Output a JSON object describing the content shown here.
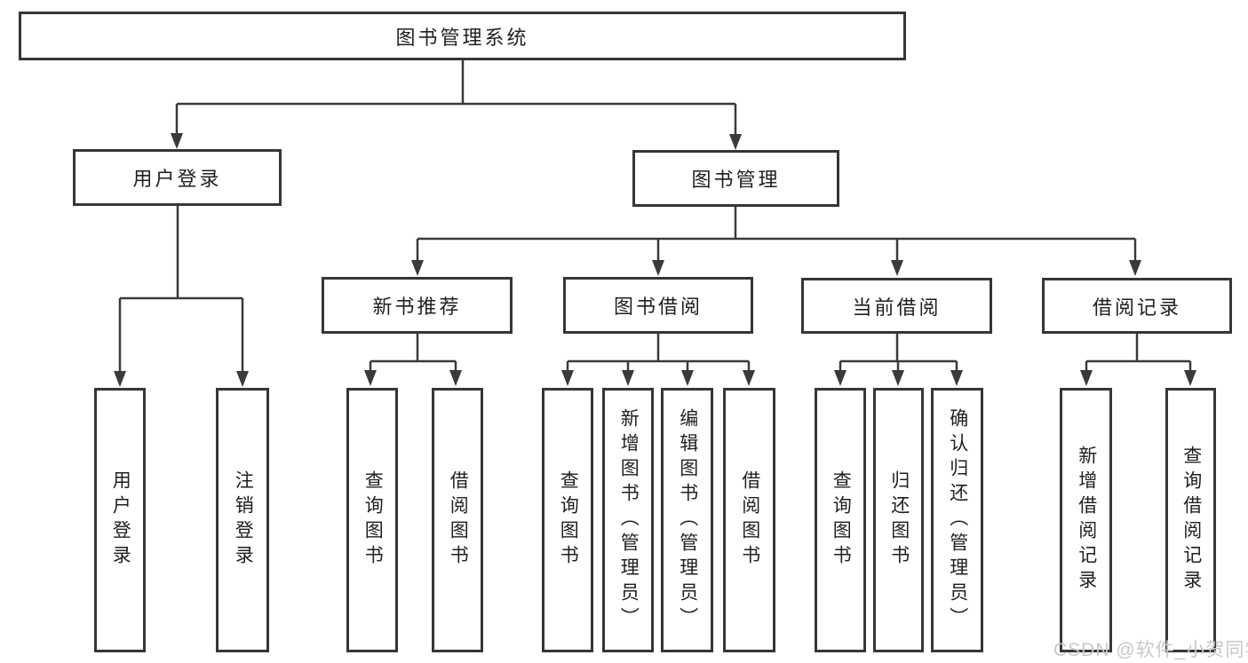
{
  "tree": {
    "root": "图书管理系统",
    "children": [
      {
        "label": "用户登录",
        "children": [
          "用户登录",
          "注销登录"
        ]
      },
      {
        "label": "图书管理",
        "children": [
          {
            "label": "新书推荐",
            "children": [
              "查询图书",
              "借阅图书"
            ]
          },
          {
            "label": "图书借阅",
            "children": [
              "查询图书",
              "新增图书（管理员）",
              "编辑图书（管理员）",
              "借阅图书"
            ]
          },
          {
            "label": "当前借阅",
            "children": [
              "查询图书",
              "归还图书",
              "确认归还（管理员）"
            ]
          },
          {
            "label": "借阅记录",
            "children": [
              "新增借阅记录",
              "查询借阅记录"
            ]
          }
        ]
      }
    ]
  },
  "watermark": {
    "text": "CSDN @软件_小贺同学"
  },
  "colors": {
    "line": "#3a3a3a",
    "box_border": "#363636",
    "text": "#1f1f1f",
    "watermark": "#c8c8c8",
    "background": "#ffffff"
  }
}
